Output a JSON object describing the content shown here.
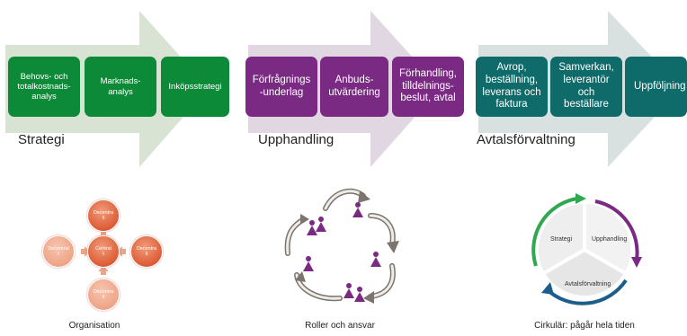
{
  "sections": [
    {
      "title": "Strategi",
      "boxes": [
        "Behovs- och\ntotalkostnads-\nanalys",
        "Marknads-\nanalys",
        "Inköpsstrategi"
      ]
    },
    {
      "title": "Upphandling",
      "boxes": [
        "Förfrågnings\n-underlag",
        "Anbuds-\nutvärdering",
        "Förhandling,\ntilldelnings-\nbeslut, avtal"
      ]
    },
    {
      "title": "Avtalsförvaltning",
      "boxes": [
        "Avrop,\nbeställning,\nleverans och\nfaktura",
        "Samverkan,\nleverantör\noch\nbeställare",
        "Uppföljning"
      ]
    }
  ],
  "organisation": {
    "caption": "Organisation",
    "center": "Central\nt",
    "nodes": [
      "Decentra\nlt",
      "Decentral\nt",
      "Decentra\nlt",
      "Decentra\nlt"
    ]
  },
  "roles": {
    "caption": "Roller och ansvar"
  },
  "cycle": {
    "caption": "Cirkulär: pågår hela tiden",
    "segments": [
      "Strategi",
      "Upphandling",
      "Avtalsförvaltning"
    ]
  },
  "colors": {
    "green": "#0d8a37",
    "purple": "#7a2a83",
    "teal": "#0e6b6a",
    "arrow": "#d8e3d3",
    "arrow_purple": "#e1d7e3",
    "person": "#7a2a83"
  }
}
